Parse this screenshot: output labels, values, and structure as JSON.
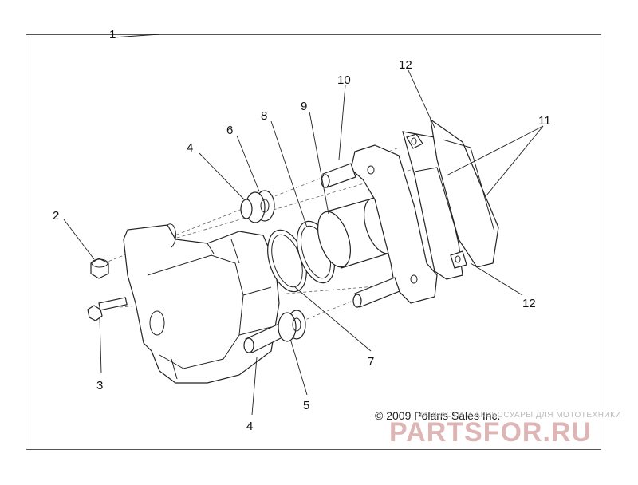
{
  "callouts": [
    "1",
    "2",
    "3",
    "4",
    "4",
    "5",
    "6",
    "7",
    "8",
    "9",
    "10",
    "11",
    "12",
    "12"
  ],
  "copyright": "© 2009 Polaris Sales Inc.",
  "watermark": {
    "small": "ЗАПЧАСТИ И АКСЕССУАРЫ ДЛЯ МОТОТЕХНИКИ",
    "big": "PARTSFOR.RU"
  }
}
